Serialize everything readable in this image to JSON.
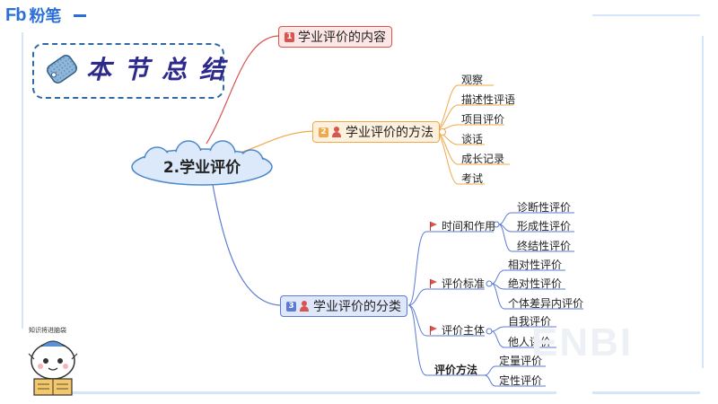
{
  "brand": {
    "mark": "Fb",
    "name": "粉笔"
  },
  "summary_title": "本节总结",
  "root": "2.学业评价",
  "branches": [
    {
      "num": "1",
      "label": "学业评价的内容"
    },
    {
      "num": "2",
      "label": "学业评价的方法",
      "items": [
        "观察",
        "描述性评语",
        "项目评价",
        "谈话",
        "成长记录",
        "考试"
      ]
    },
    {
      "num": "3",
      "label": "学业评价的分类",
      "groups": [
        {
          "label": "时间和作用",
          "items": [
            "诊断性评价",
            "形成性评价",
            "终结性评价"
          ]
        },
        {
          "label": "评价标准",
          "items": [
            "相对性评价",
            "绝对性评价",
            "个体差异内评价"
          ]
        },
        {
          "label": "评价主体",
          "items": [
            "自我评价",
            "他人评价"
          ]
        },
        {
          "label": "评价方法",
          "items": [
            "定量评价",
            "定性评价"
          ]
        }
      ]
    }
  ],
  "mascot_caption": "知识将进脑袋",
  "watermark": "ENBI",
  "colors": {
    "accent": "#2a6fd6",
    "branch1": "#d9534f",
    "branch2": "#f0a84a",
    "branch3": "#5b7bd5"
  }
}
